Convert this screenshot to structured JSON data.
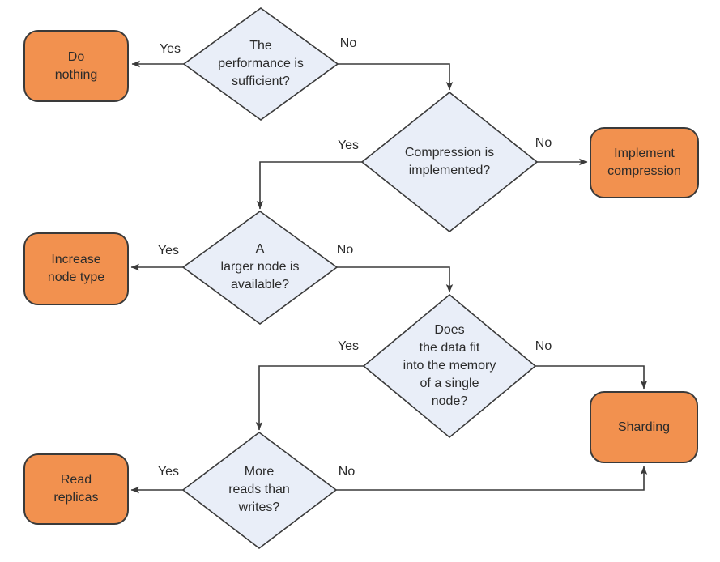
{
  "colors": {
    "action_fill": "#F2914F",
    "decision_fill": "#E9EEF8",
    "stroke": "#3A3A3A",
    "text": "#2B2B2B",
    "background": "#FFFFFF"
  },
  "decisions": [
    {
      "id": "performance-sufficient",
      "lines": [
        "The",
        "performance is",
        "sufficient?"
      ]
    },
    {
      "id": "compression-implemented",
      "lines": [
        "Compression is",
        "implemented?"
      ]
    },
    {
      "id": "larger-node-available",
      "lines": [
        "A",
        "larger node is",
        "available?"
      ]
    },
    {
      "id": "data-fits-memory",
      "lines": [
        "Does",
        "the data fit",
        "into the memory",
        "of a single",
        "node?"
      ]
    },
    {
      "id": "more-reads-than-writes",
      "lines": [
        "More",
        "reads than",
        "writes?"
      ]
    }
  ],
  "actions": [
    {
      "id": "do-nothing",
      "lines": [
        "Do",
        "nothing"
      ]
    },
    {
      "id": "implement-compression",
      "lines": [
        "Implement",
        "compression"
      ]
    },
    {
      "id": "increase-node-type",
      "lines": [
        "Increase",
        "node type"
      ]
    },
    {
      "id": "sharding",
      "lines": [
        "Sharding"
      ]
    },
    {
      "id": "read-replicas",
      "lines": [
        "Read",
        "replicas"
      ]
    }
  ],
  "edges": [
    {
      "from": "performance-sufficient",
      "label": "Yes",
      "to": "do-nothing"
    },
    {
      "from": "performance-sufficient",
      "label": "No",
      "to": "compression-implemented"
    },
    {
      "from": "compression-implemented",
      "label": "Yes",
      "to": "larger-node-available"
    },
    {
      "from": "compression-implemented",
      "label": "No",
      "to": "implement-compression"
    },
    {
      "from": "larger-node-available",
      "label": "Yes",
      "to": "increase-node-type"
    },
    {
      "from": "larger-node-available",
      "label": "No",
      "to": "data-fits-memory"
    },
    {
      "from": "data-fits-memory",
      "label": "Yes",
      "to": "more-reads-than-writes"
    },
    {
      "from": "data-fits-memory",
      "label": "No",
      "to": "sharding"
    },
    {
      "from": "more-reads-than-writes",
      "label": "Yes",
      "to": "read-replicas"
    },
    {
      "from": "more-reads-than-writes",
      "label": "No",
      "to": "sharding"
    }
  ]
}
